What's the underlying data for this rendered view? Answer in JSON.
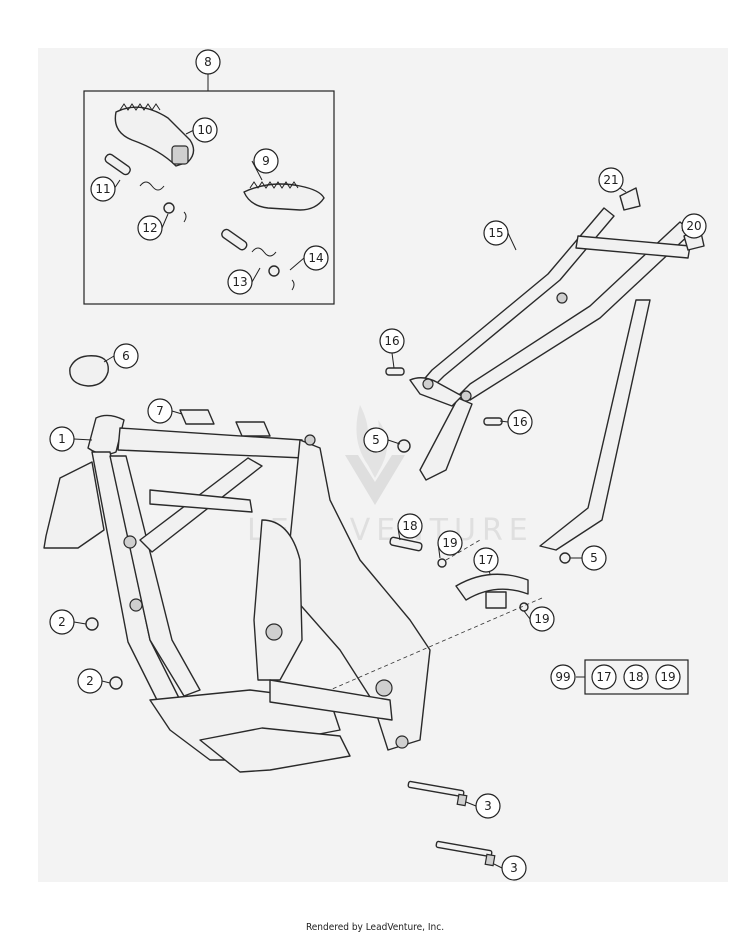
{
  "callouts": {
    "c1": "1",
    "c2a": "2",
    "c2b": "2",
    "c3a": "3",
    "c3b": "3",
    "c5a": "5",
    "c5b": "5",
    "c6": "6",
    "c7": "7",
    "c8": "8",
    "c9": "9",
    "c10": "10",
    "c11": "11",
    "c12": "12",
    "c13": "13",
    "c14": "14",
    "c15": "15",
    "c16a": "16",
    "c16b": "16",
    "c17": "17",
    "c18": "18",
    "c19a": "19",
    "c19b": "19",
    "c20": "20",
    "c21": "21"
  },
  "kit": {
    "label": "99",
    "items": [
      "17",
      "18",
      "19"
    ]
  },
  "watermark": {
    "text": "LEADVENTURE"
  },
  "footer": {
    "text": "Rendered by LeadVenture, Inc."
  }
}
